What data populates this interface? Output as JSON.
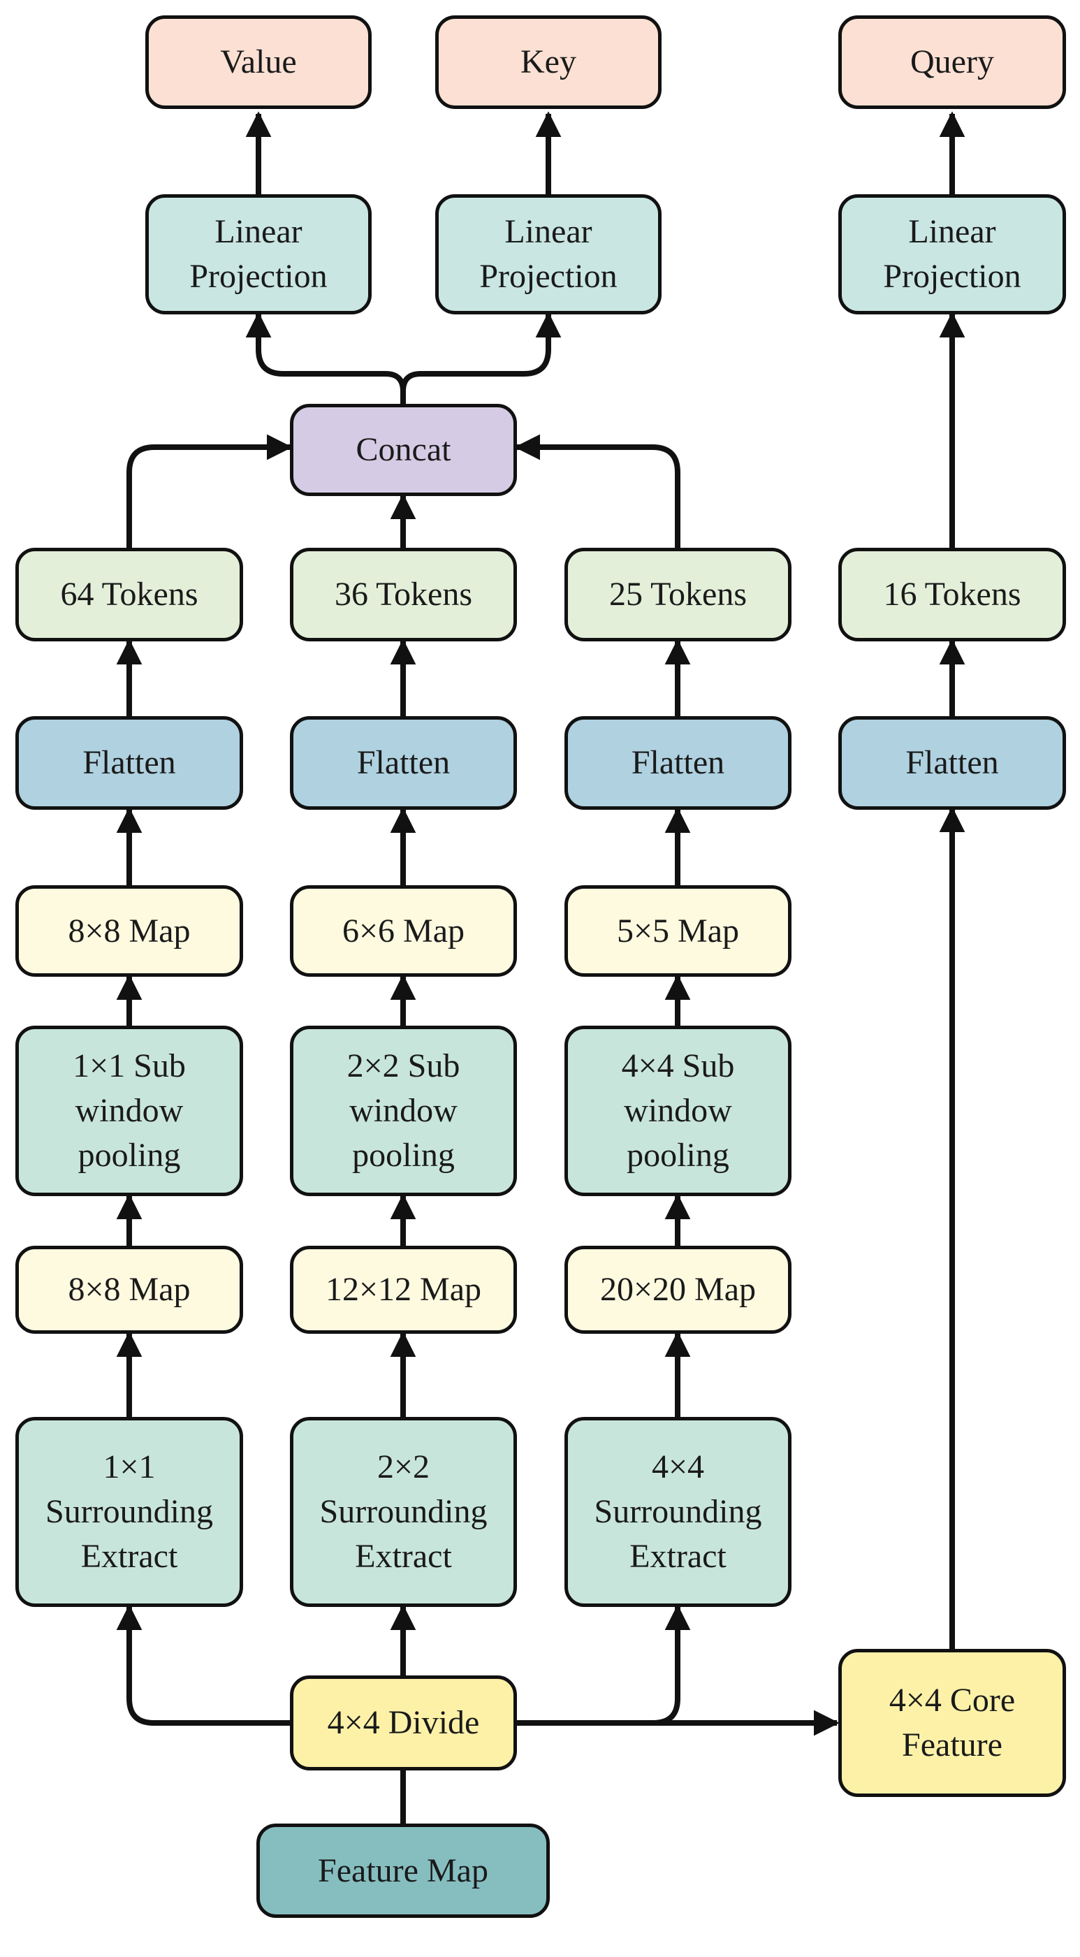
{
  "colors": {
    "output": "#fbe0d3",
    "projection": "#c9e6e2",
    "concat": "#d6cbe4",
    "tokens": "#e3efd9",
    "flatten": "#afd1e0",
    "map": "#fefae0",
    "operation": "#c8e5dc",
    "divide": "#fdf1a8",
    "core": "#fdf1a8",
    "input": "#86bec0",
    "stroke": "#111111"
  },
  "nodes": {
    "value": "Value",
    "key": "Key",
    "query": "Query",
    "proj_value": "Linear\nProjection",
    "proj_key": "Linear\nProjection",
    "proj_query": "Linear\nProjection",
    "concat": "Concat",
    "tokens_64": "64 Tokens",
    "tokens_36": "36 Tokens",
    "tokens_25": "25 Tokens",
    "tokens_16": "16 Tokens",
    "flatten_1": "Flatten",
    "flatten_2": "Flatten",
    "flatten_3": "Flatten",
    "flatten_4": "Flatten",
    "map_out_1": "8×8 Map",
    "map_out_2": "6×6 Map",
    "map_out_3": "5×5 Map",
    "pool_1": "1×1 Sub\nwindow\npooling",
    "pool_2": "2×2 Sub\nwindow\npooling",
    "pool_3": "4×4 Sub\nwindow\npooling",
    "map_in_1": "8×8 Map",
    "map_in_2": "12×12 Map",
    "map_in_3": "20×20 Map",
    "extract_1": "1×1\nSurrounding\nExtract",
    "extract_2": "2×2\nSurrounding\nExtract",
    "extract_3": "4×4\nSurrounding\nExtract",
    "divide": "4×4 Divide",
    "core": "4×4 Core\nFeature",
    "feature_map": "Feature Map"
  }
}
